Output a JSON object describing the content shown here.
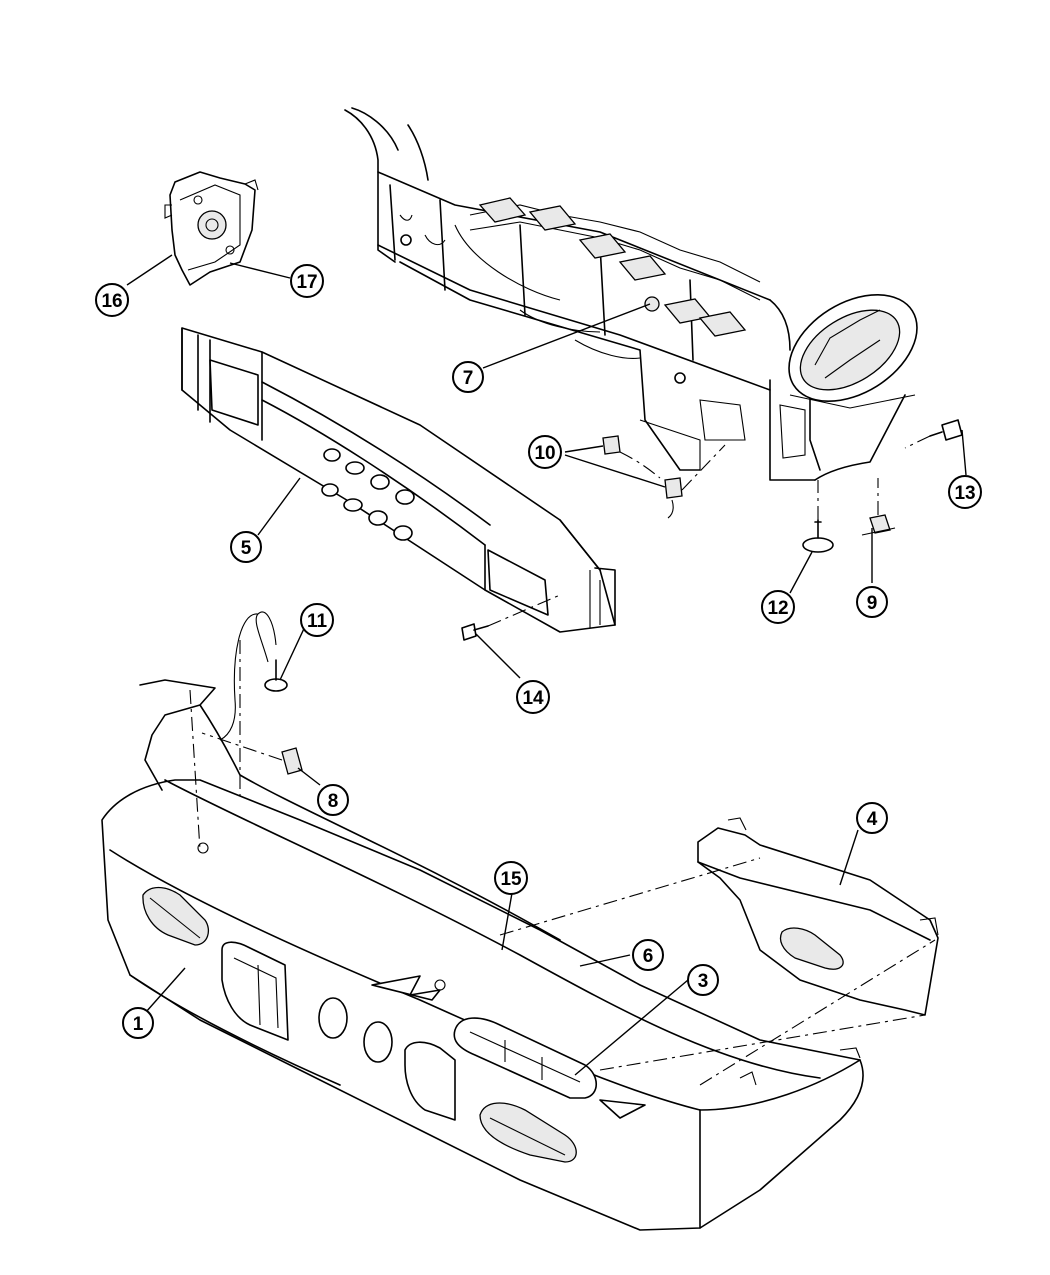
{
  "callouts": [
    {
      "id": "1",
      "label": "1"
    },
    {
      "id": "3",
      "label": "3"
    },
    {
      "id": "4",
      "label": "4"
    },
    {
      "id": "5",
      "label": "5"
    },
    {
      "id": "6",
      "label": "6"
    },
    {
      "id": "7",
      "label": "7"
    },
    {
      "id": "8",
      "label": "8"
    },
    {
      "id": "9",
      "label": "9"
    },
    {
      "id": "10",
      "label": "10"
    },
    {
      "id": "11",
      "label": "11"
    },
    {
      "id": "12",
      "label": "12"
    },
    {
      "id": "13",
      "label": "13"
    },
    {
      "id": "14",
      "label": "14"
    },
    {
      "id": "15",
      "label": "15"
    },
    {
      "id": "16",
      "label": "16"
    },
    {
      "id": "17",
      "label": "17"
    }
  ]
}
